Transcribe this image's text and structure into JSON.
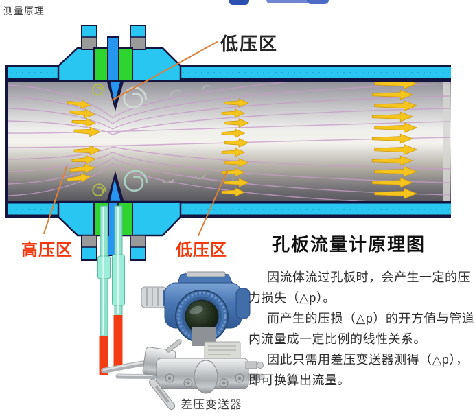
{
  "page": {
    "corner_label": "测量原理"
  },
  "diagram": {
    "labels": {
      "low_pressure_top": "低压区",
      "high_pressure": "高压区",
      "low_pressure_bottom": "低压区",
      "transmitter_caption": "差压变送器"
    },
    "colors": {
      "pipe_wall_cyan": "#2ac6f2",
      "outline_navy": "#141440",
      "gasket_green": "#2fd52f",
      "orifice_plate_blue": "#2796f0",
      "flow_arrow_gold": "#f5c51e",
      "streamline_pink": "#c79cc8",
      "impulse_tube_teal": "#8fe3cd",
      "impulse_tube_red": "#f23c14",
      "pointer_line_orange": "#df8038",
      "pressure_label_red": "#f4380e",
      "transmitter_blue": "#4472b0",
      "steel_gray": "#c6c9cb"
    }
  },
  "panel": {
    "title": "孔板流量计原理图",
    "lines": [
      {
        "text": "因流体流过孔板时，会产生一定的压"
      },
      {
        "text": "力损失（△p）。"
      },
      {
        "text": "而产生的压损（△p）的开方值与管道"
      },
      {
        "text": "内流量成一定比例的线性关系。"
      },
      {
        "text": "因此只需用差压变送器测得（△p），"
      },
      {
        "text": "即可换算出流量。"
      }
    ]
  }
}
